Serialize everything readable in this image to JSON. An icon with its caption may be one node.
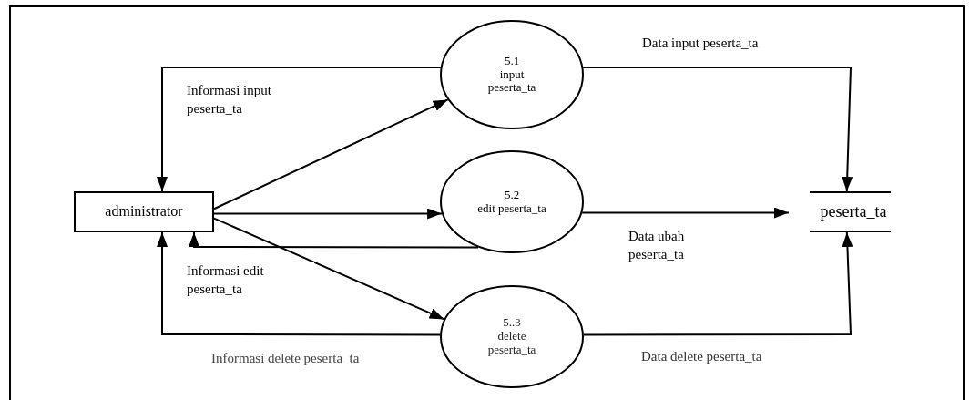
{
  "diagram": {
    "nodes": [
      {
        "text": [
          "administrator"
        ]
      },
      {
        "text": [
          "5.1",
          "input peserta_ta"
        ]
      },
      {
        "text": [
          "5.2",
          "edit peserta_ta"
        ]
      },
      {
        "text": [
          "5..3",
          "delete peserta_ta"
        ]
      },
      {
        "text": [
          "peserta_ta"
        ]
      }
    ],
    "edges": [
      {
        "from": 1,
        "to": 0,
        "arrow": "to",
        "label": "Informasi input peserta_ta"
      },
      {
        "from": 0,
        "to": 1,
        "arrow": "to"
      },
      {
        "from": 0,
        "to": 2,
        "arrow": "to"
      },
      {
        "from": 2,
        "to": 0,
        "arrow": "to",
        "label": "Informasi edit peserta_ta"
      },
      {
        "from": 0,
        "to": 3,
        "arrow": "to"
      },
      {
        "from": 3,
        "to": 0,
        "arrow": "to",
        "label": "Informasi delete peserta_ta"
      },
      {
        "from": 1,
        "to": 4,
        "arrow": "to",
        "label": "Data input peserta_ta"
      },
      {
        "from": 2,
        "to": 4,
        "arrow": "to",
        "label": "Data ubah peserta_ta"
      },
      {
        "from": 3,
        "to": 4,
        "arrow": "to",
        "label": "Data delete peserta_ta"
      }
    ]
  }
}
